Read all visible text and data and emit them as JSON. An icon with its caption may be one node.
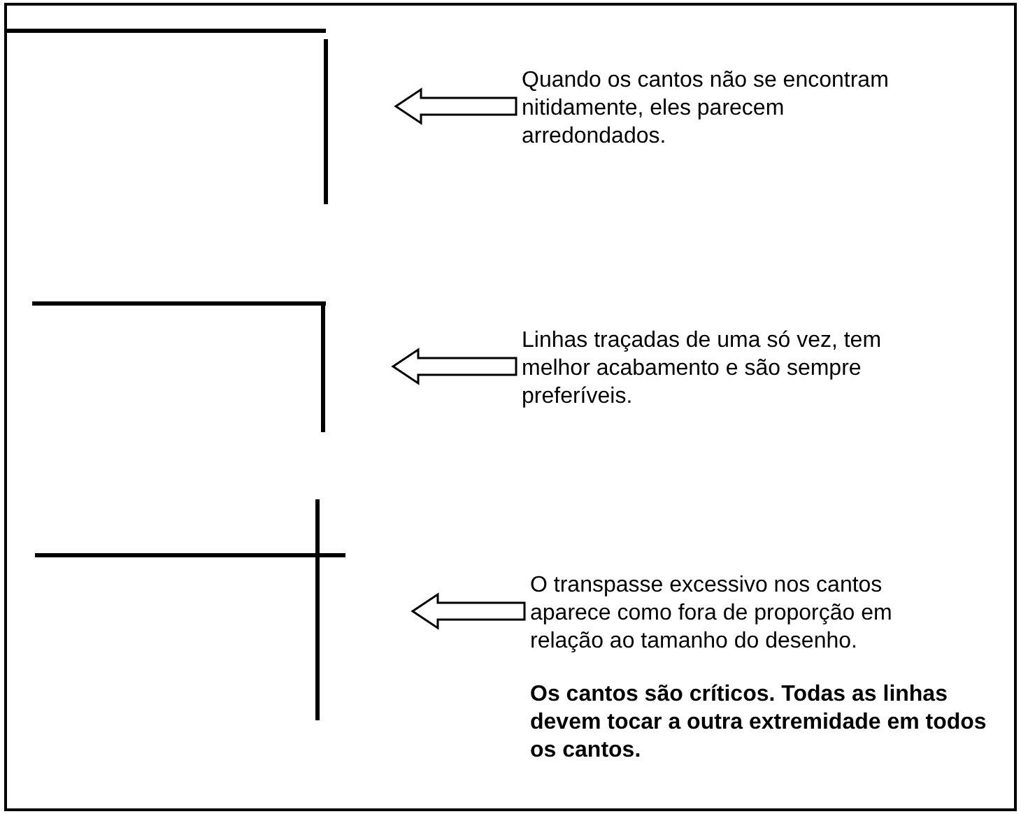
{
  "diagram": {
    "nodes": [
      {
        "text": [],
        "shape": "picture"
      },
      {
        "text": [
          "Quando os cantos não se encontram nitidamente, eles parecem arredondados."
        ]
      },
      {
        "text": [],
        "shape": "picture"
      },
      {
        "text": [
          "Linhas traçadas de uma só vez, tem melhor acabamento e são sempre preferíveis."
        ]
      },
      {
        "text": [],
        "shape": "picture"
      },
      {
        "text": [
          "O transpasse excessivo nos cantos aparece como fora de proporção em relação ao tamanho do desenho."
        ]
      }
    ],
    "edges": [
      {
        "from": 1,
        "to": 0,
        "arrow": "to"
      },
      {
        "from": 3,
        "to": 2,
        "arrow": "to"
      },
      {
        "from": 5,
        "to": 4,
        "arrow": "to"
      }
    ],
    "labels": [
      "Os cantos são críticos. Todas as linhas devem tocar a outra extremidade em todos os cantos."
    ]
  }
}
